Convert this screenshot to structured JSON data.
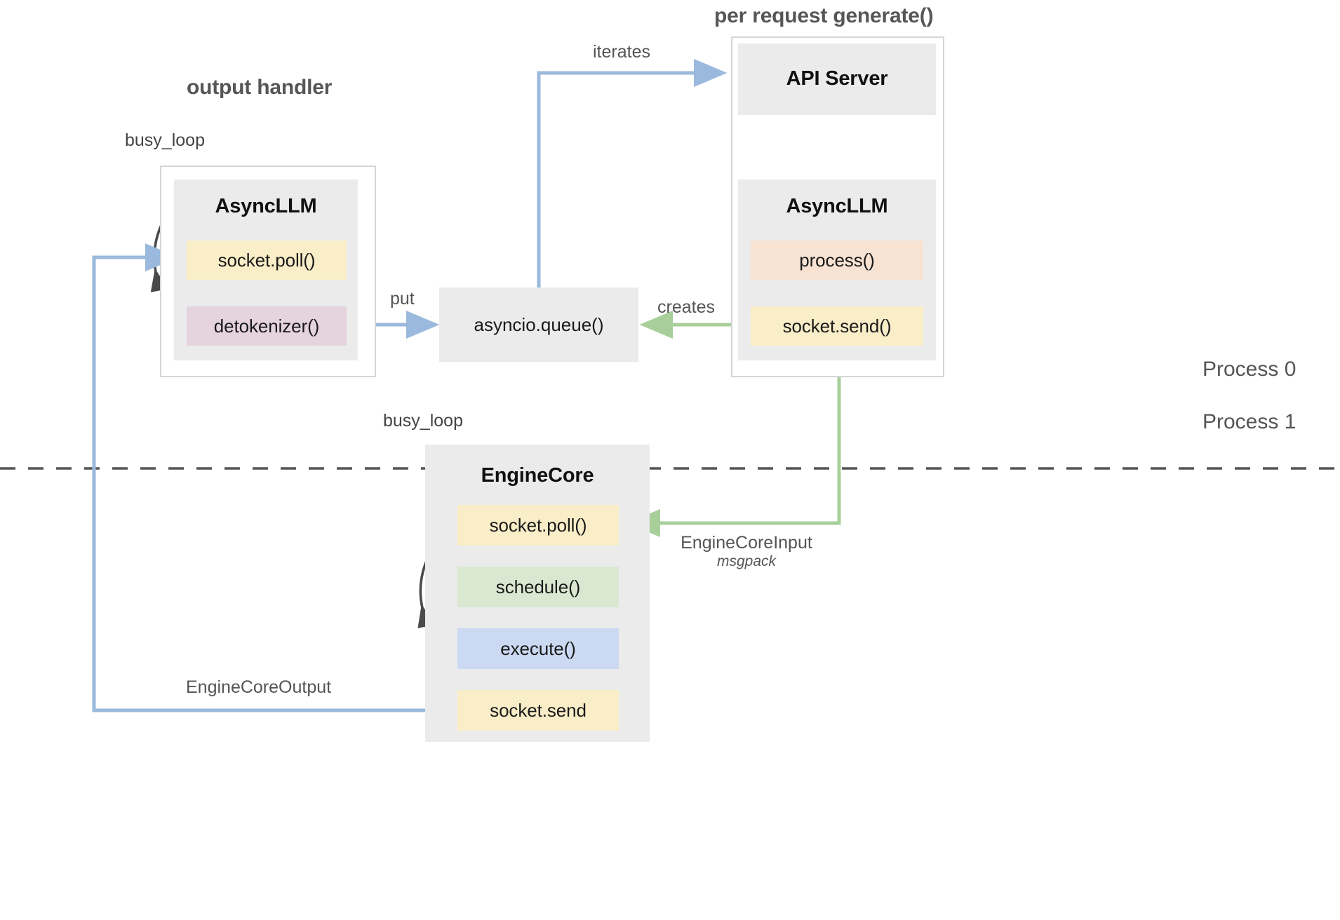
{
  "diagram": {
    "title_output_handler": "output handler",
    "title_per_request": "per request generate()",
    "process_labels": {
      "top": "Process 0",
      "bottom": "Process 1"
    },
    "colors": {
      "blue_edge": "#9bb9dd",
      "green_edge": "#a8cf9a",
      "dark_edge": "#444444",
      "box_gray": "#ebebeb",
      "frame_border": "#d5d5d5",
      "chip_yellow": "#faeec8",
      "chip_pink": "#e5d3de",
      "chip_peach": "#f8e3d2",
      "chip_green": "#dbe8d1",
      "chip_blue": "#cbdaf2"
    },
    "nodes": {
      "output_async_llm": {
        "title": "AsyncLLM",
        "chips": [
          {
            "label": "socket.poll()",
            "color": "yellow"
          },
          {
            "label": "detokenizer()",
            "color": "pink"
          }
        ]
      },
      "asyncio_queue": {
        "label": "asyncio.queue()"
      },
      "api_server": {
        "title": "API Server"
      },
      "request_async_llm": {
        "title": "AsyncLLM",
        "chips": [
          {
            "label": "process()",
            "color": "peach"
          },
          {
            "label": "socket.send()",
            "color": "yellow"
          }
        ]
      },
      "engine_core": {
        "title": "EngineCore",
        "chips": [
          {
            "label": "socket.poll()",
            "color": "yellow"
          },
          {
            "label": "schedule()",
            "color": "green"
          },
          {
            "label": "execute()",
            "color": "blue"
          },
          {
            "label": "socket.send",
            "color": "yellow"
          }
        ]
      }
    },
    "edges": {
      "busy_loop_output": "busy_loop",
      "busy_loop_engine": "busy_loop",
      "put": "put",
      "iterates": "iterates",
      "creates": "creates",
      "engine_core_input": "EngineCoreInput",
      "engine_core_input_sub": "msgpack",
      "engine_core_output": "EngineCoreOutput"
    }
  }
}
